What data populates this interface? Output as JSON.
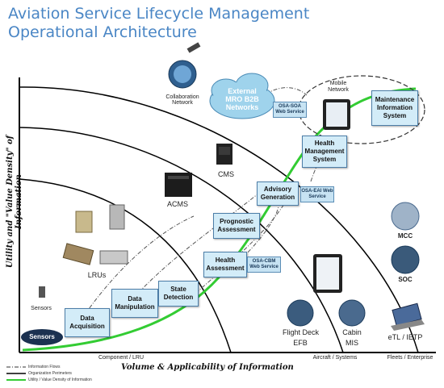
{
  "title_line1": "Aviation Service Lifecycle Management",
  "title_line2": "Operational Architecture",
  "axis": {
    "y_label": "Utility and \"Value Density\" of Information",
    "x_label": "Volume & Applicability of Information",
    "x_ticks": [
      "Component / LRU",
      "Aircraft / Systems",
      "Fleets / Enterprise"
    ]
  },
  "boxes": {
    "data_acquisition": "Data Acquisition",
    "data_manipulation": "Data Manipulation",
    "state_detection": "State Detection",
    "health_assessment": "Health Assessment",
    "prognostic_assessment": "Prognostic Assessment",
    "advisory_generation": "Advisory Generation",
    "health_management_system": "Health Management System",
    "maintenance_information_system": "Maintenance Information System"
  },
  "services": {
    "osa_cbm": "OSA-CBM Web Service",
    "osa_eai": "OSA-EAI Web Service",
    "osa_soa": "OSA-SOA Web Service"
  },
  "labels": {
    "sensors_dark": "Sensors",
    "sensors": "Sensors",
    "lrus": "LRUs",
    "acms": "ACMS",
    "cms": "CMS",
    "collaboration_network": "Collaboration Network",
    "external_mro": "External MRO B2B Networks",
    "mobile_network": "Mobile Network",
    "mcc": "MCC",
    "soc": "SOC",
    "etl_ietp": "eTL / IETP",
    "flight_deck": "Flight Deck",
    "efb": "EFB",
    "cabin": "Cabin",
    "mis": "MIS"
  },
  "legend": {
    "information_flows": "Information Flows",
    "organization_perimeters": "Organization Perimeters",
    "utility_value_density": "Utility / Value Density of Information"
  },
  "colors": {
    "title": "#4a86c5",
    "curve": "#33cc33",
    "box_fill": "#d3ecf8",
    "box_border": "#4d7ea8",
    "cloud": "#9fd3ec"
  }
}
